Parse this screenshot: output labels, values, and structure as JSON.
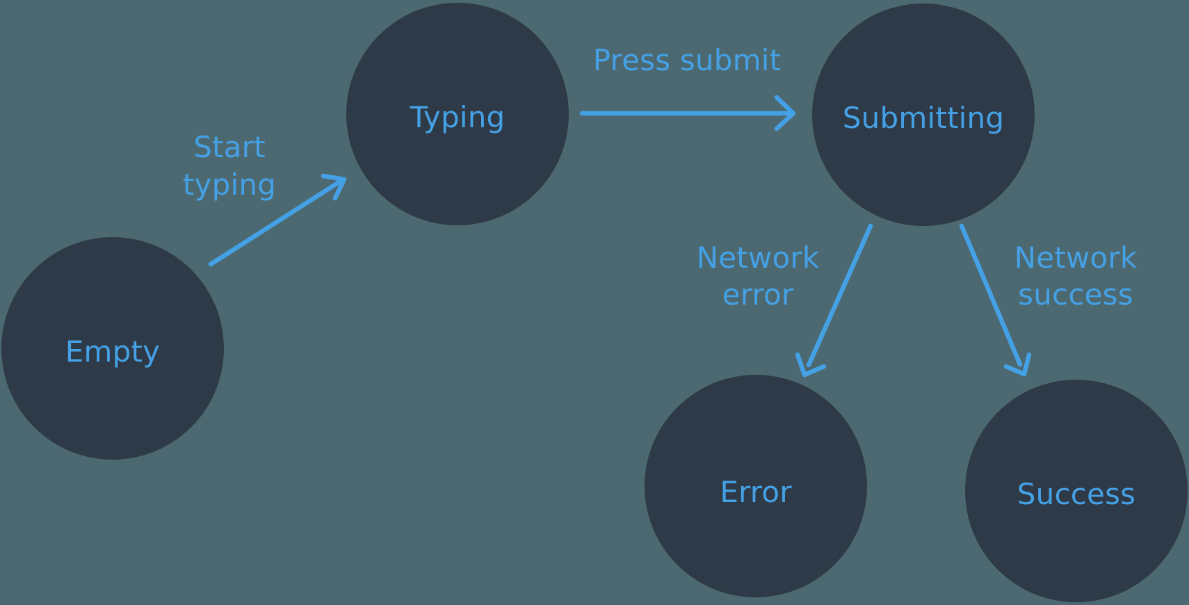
{
  "diagram": {
    "kind": "state-machine",
    "states": [
      {
        "name": "empty",
        "label": "Empty"
      },
      {
        "name": "typing",
        "label": "Typing"
      },
      {
        "name": "submitting",
        "label": "Submitting"
      },
      {
        "name": "error",
        "label": "Error"
      },
      {
        "name": "success",
        "label": "Success"
      }
    ],
    "transitions": [
      {
        "name": "start-typing",
        "from": "Empty",
        "to": "Typing",
        "label": "Start typing",
        "lines": [
          "Start",
          "typing"
        ]
      },
      {
        "name": "press-submit",
        "from": "Typing",
        "to": "Submitting",
        "label": "Press submit",
        "lines": [
          "Press submit"
        ]
      },
      {
        "name": "network-error",
        "from": "Submitting",
        "to": "Error",
        "label": "Network error",
        "lines": [
          "Network",
          "error"
        ]
      },
      {
        "name": "network-success",
        "from": "Submitting",
        "to": "Success",
        "label": "Network success",
        "lines": [
          "Network",
          "success"
        ]
      }
    ]
  },
  "colors": {
    "background": "#4C6971",
    "node_fill": "#2E3A47",
    "accent": "#45A1E5"
  }
}
